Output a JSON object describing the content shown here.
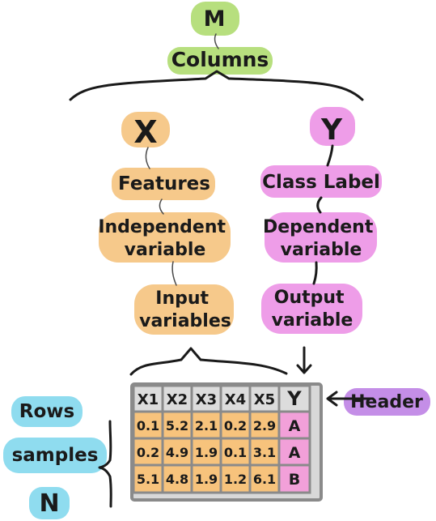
{
  "diagram": {
    "m_label": "M",
    "columns_label": "Columns",
    "x_label": "X",
    "y_label": "Y",
    "x_terms": [
      "Features",
      "Independent\nvariable",
      "Input\nvariables"
    ],
    "y_terms": [
      "Class Label",
      "Dependent\nvariable",
      "Output\nvariable"
    ],
    "header_label": "Header",
    "rows_label": "Rows",
    "samples_label": "samples",
    "n_label": "N"
  },
  "table": {
    "x_headers": [
      "X1",
      "X2",
      "X3",
      "X4",
      "X5"
    ],
    "y_header": "Y",
    "rows": [
      {
        "x": [
          "0.1",
          "5.2",
          "2.1",
          "0.2",
          "2.9"
        ],
        "y": "A"
      },
      {
        "x": [
          "0.2",
          "4.9",
          "1.9",
          "0.1",
          "3.1"
        ],
        "y": "A"
      },
      {
        "x": [
          "5.1",
          "4.8",
          "1.9",
          "1.2",
          "6.1"
        ],
        "y": "B"
      }
    ]
  },
  "colors": {
    "green": "#b7df7e",
    "orange": "#f6c98b",
    "pink": "#ee9de8",
    "blue": "#8fdcef",
    "purple": "#c48ee7",
    "cell_orange": "#f7c37c",
    "cell_pink": "#f2a0d9",
    "header_gray": "#dcdcdc",
    "grid_gray": "#8a8a8a"
  }
}
